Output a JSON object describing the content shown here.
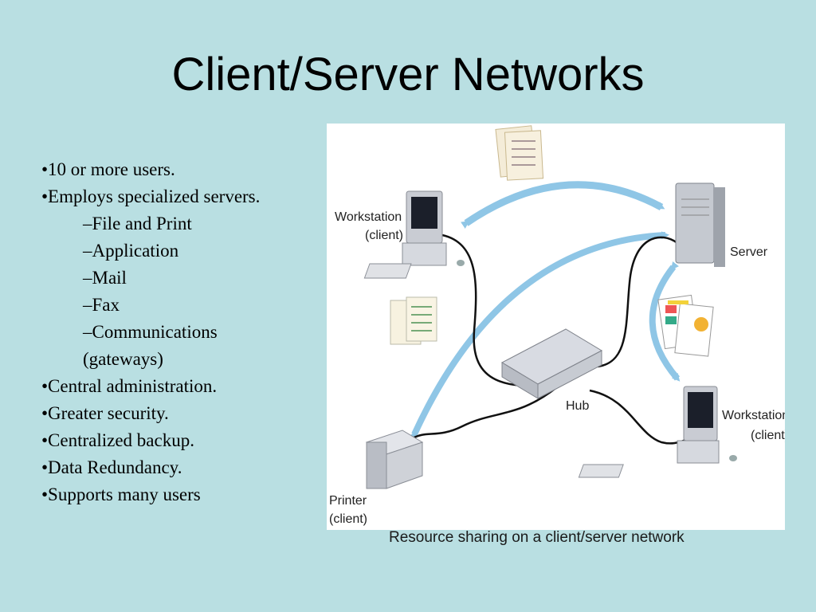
{
  "title": "Client/Server Networks",
  "bullets": [
    {
      "text": "•10 or more users.",
      "level": 1
    },
    {
      "text": "•Employs specialized servers.",
      "level": 1
    },
    {
      "text": "–File and Print",
      "level": 2
    },
    {
      "text": "–Application",
      "level": 2
    },
    {
      "text": "–Mail",
      "level": 2
    },
    {
      "text": "–Fax",
      "level": 2
    },
    {
      "text": "–Communications (gateways)",
      "level": 2
    },
    {
      "text": "•Central administration.",
      "level": 1
    },
    {
      "text": "•Greater security.",
      "level": 1
    },
    {
      "text": "•Centralized backup.",
      "level": 1
    },
    {
      "text": "•Data Redundancy.",
      "level": 1
    },
    {
      "text": "•Supports many users",
      "level": 1
    }
  ],
  "diagram": {
    "workstation_label_1": "Workstation",
    "workstation_label_2": "(client)",
    "server_label": "Server",
    "hub_label": "Hub",
    "workstation2_label_1": "Workstation",
    "workstation2_label_2": "(client)",
    "printer_label_1": "Printer",
    "printer_label_2": "(client)",
    "arrow_color": "#8fc6e6",
    "cable_color": "#111111"
  },
  "caption": "Resource sharing on a client/server network"
}
